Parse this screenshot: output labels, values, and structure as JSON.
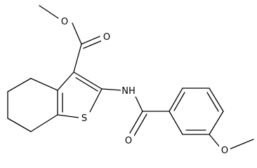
{
  "molecule": {
    "atom_labels": [
      {
        "id": "o-ether-ester",
        "text": "O"
      },
      {
        "id": "o-carbonyl-ester",
        "text": "O"
      },
      {
        "id": "n-amide",
        "text": "NH"
      },
      {
        "id": "s-thiophene",
        "text": "S"
      },
      {
        "id": "o-carbonyl-amide",
        "text": "O"
      },
      {
        "id": "o-methoxy",
        "text": "O"
      }
    ]
  },
  "colors": {
    "bond": "#000000",
    "label": "#000000",
    "background": "#ffffff"
  }
}
